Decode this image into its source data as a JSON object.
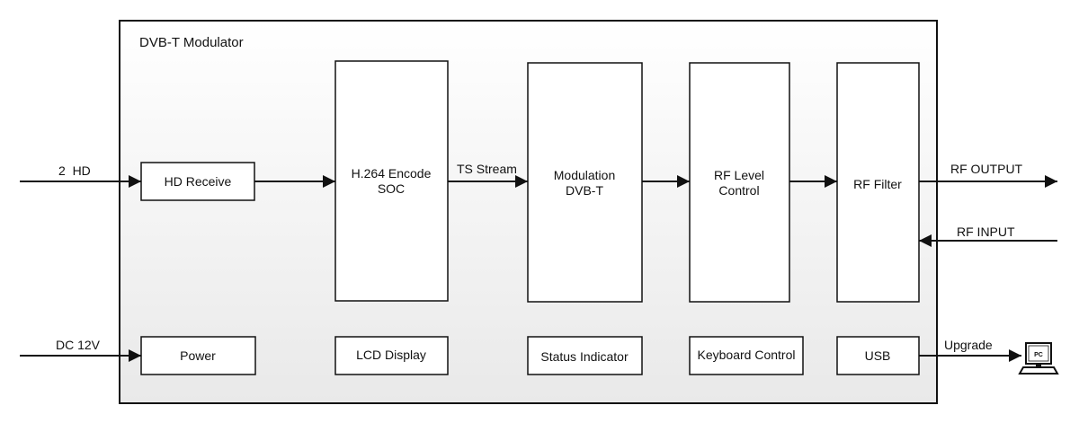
{
  "diagram": {
    "title": "DVB-T Modulator",
    "blocks": {
      "hd_receive": "HD Receive",
      "encoder_line1": "H.264 Encode",
      "encoder_line2": "SOC",
      "modulation_line1": "Modulation",
      "modulation_line2": "DVB-T",
      "rf_level_line1": "RF Level",
      "rf_level_line2": "Control",
      "rf_filter": "RF Filter",
      "power": "Power",
      "lcd_display": "LCD Display",
      "status_indicator": "Status Indicator",
      "keyboard_control": "Keyboard Control",
      "usb": "USB"
    },
    "signals": {
      "hd_input": "2  HD",
      "ts_stream": "TS Stream",
      "rf_output": "RF OUTPUT",
      "rf_input": "RF INPUT",
      "dc_input": "DC 12V",
      "upgrade": "Upgrade"
    },
    "pc_icon_label": "PC"
  }
}
